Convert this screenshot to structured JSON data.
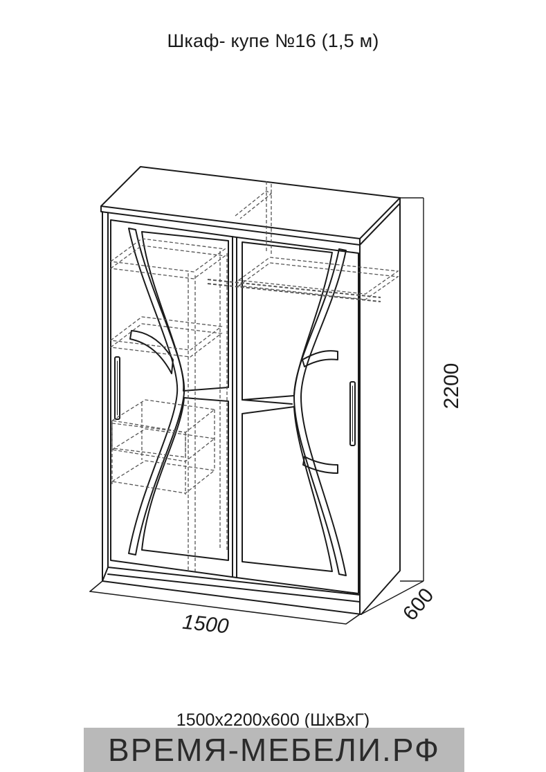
{
  "title": "Шкаф- купе №16 (1,5 м)",
  "dimensions": {
    "width_label": "1500",
    "height_label": "2200",
    "depth_label": "600",
    "summary": "1500x2200x600 (ШхВхГ)"
  },
  "banner": {
    "text": "ВРЕМЯ-МЕБЕЛИ.РФ",
    "background": "#b9b9b9"
  },
  "colors": {
    "line": "#1a1a1a",
    "hidden_line": "#555555"
  }
}
